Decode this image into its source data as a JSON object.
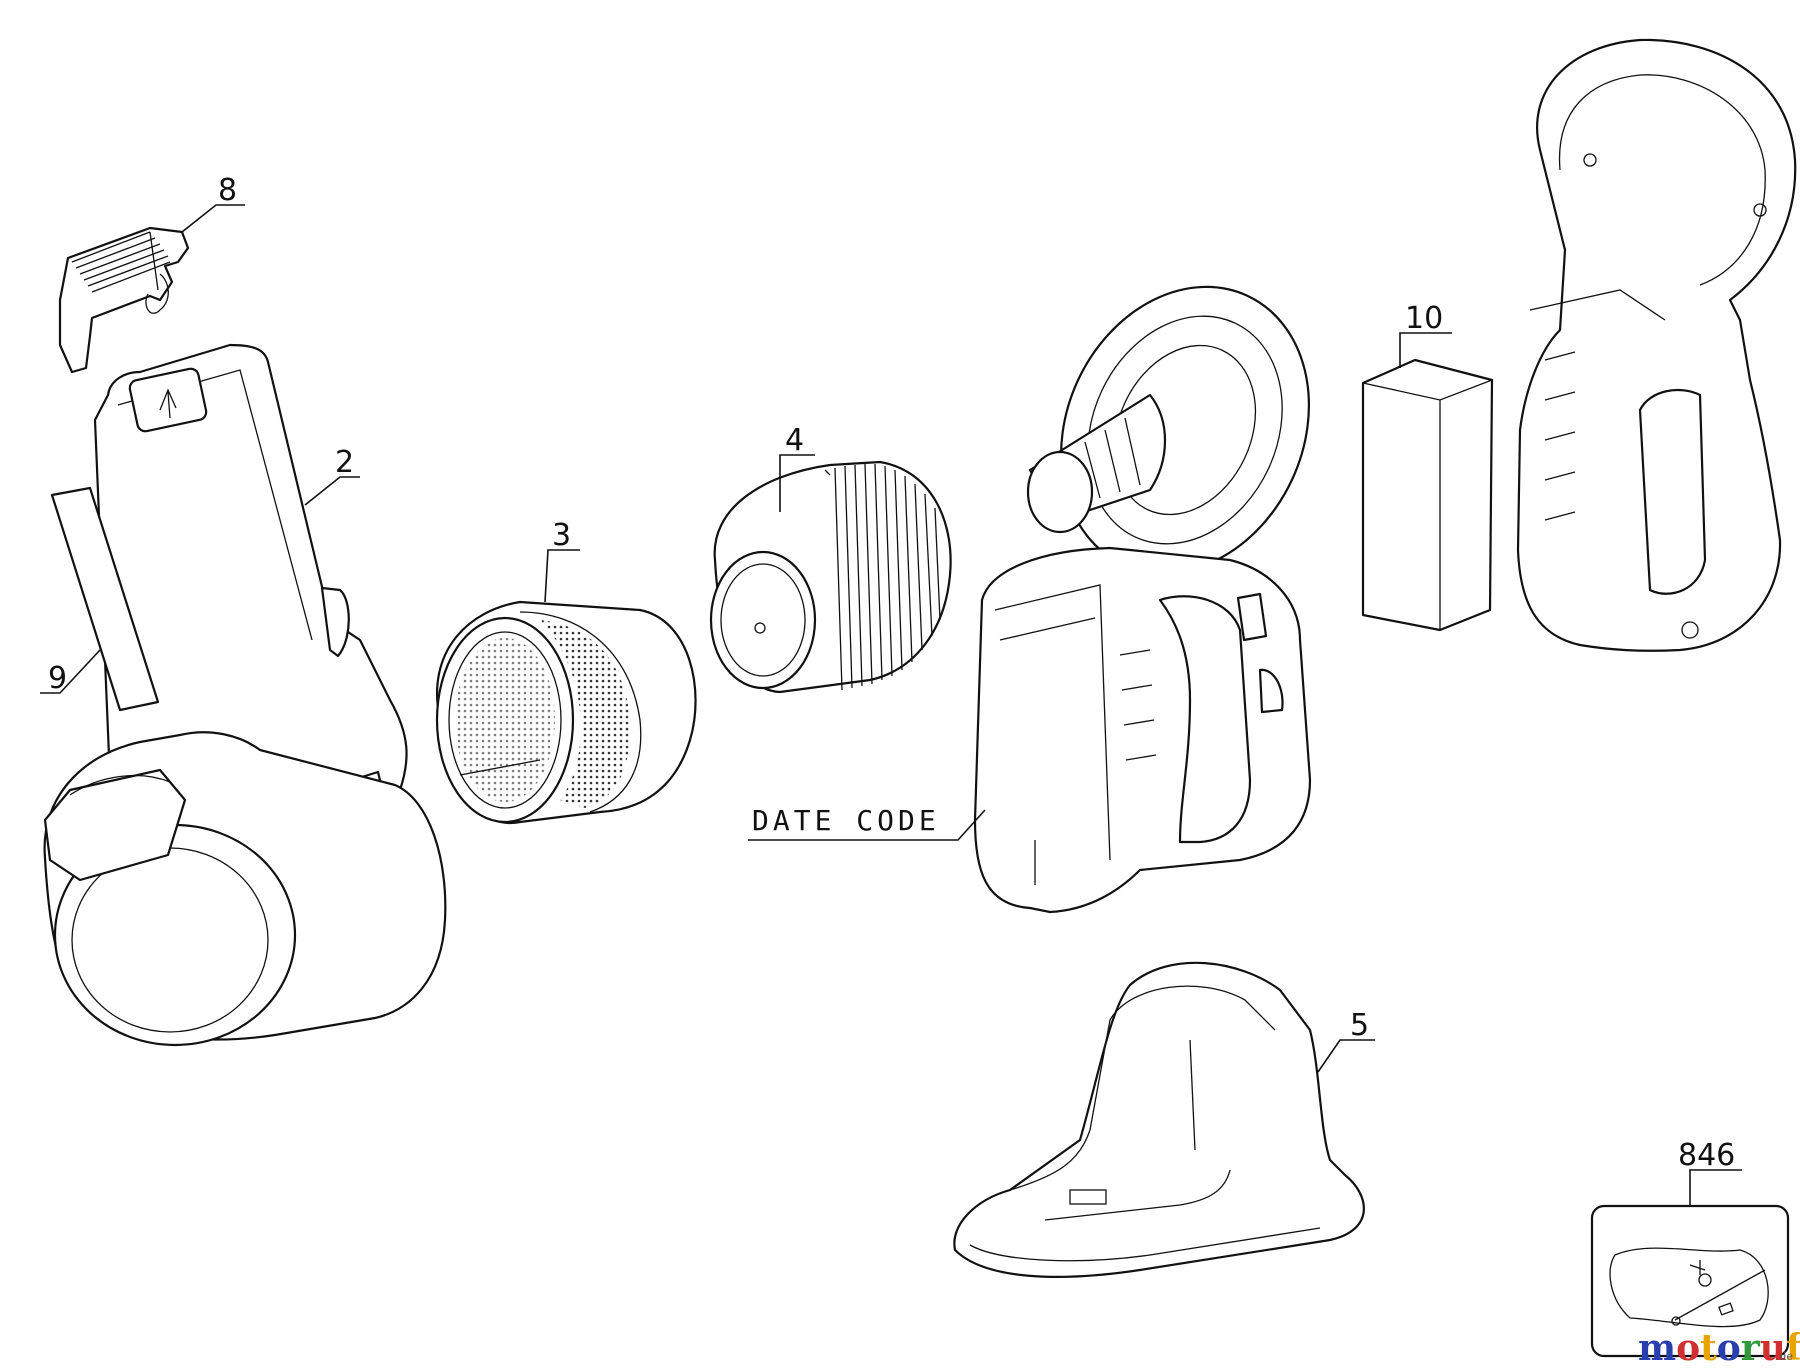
{
  "labels": {
    "part_2": "2",
    "part_3": "3",
    "part_4": "4",
    "part_5": "5",
    "part_8": "8",
    "part_9": "9",
    "part_10": "10",
    "part_846": "846",
    "date_code": "DATE CODE"
  },
  "watermark": {
    "letters": [
      "m",
      "o",
      "t",
      "o",
      "r",
      "u",
      "f"
    ],
    "colors": [
      "#2a3fae",
      "#d13030",
      "#e7a400",
      "#2a3fae",
      "#2f9a3a",
      "#d13030",
      "#e7a400"
    ],
    "suffix": ".de"
  }
}
